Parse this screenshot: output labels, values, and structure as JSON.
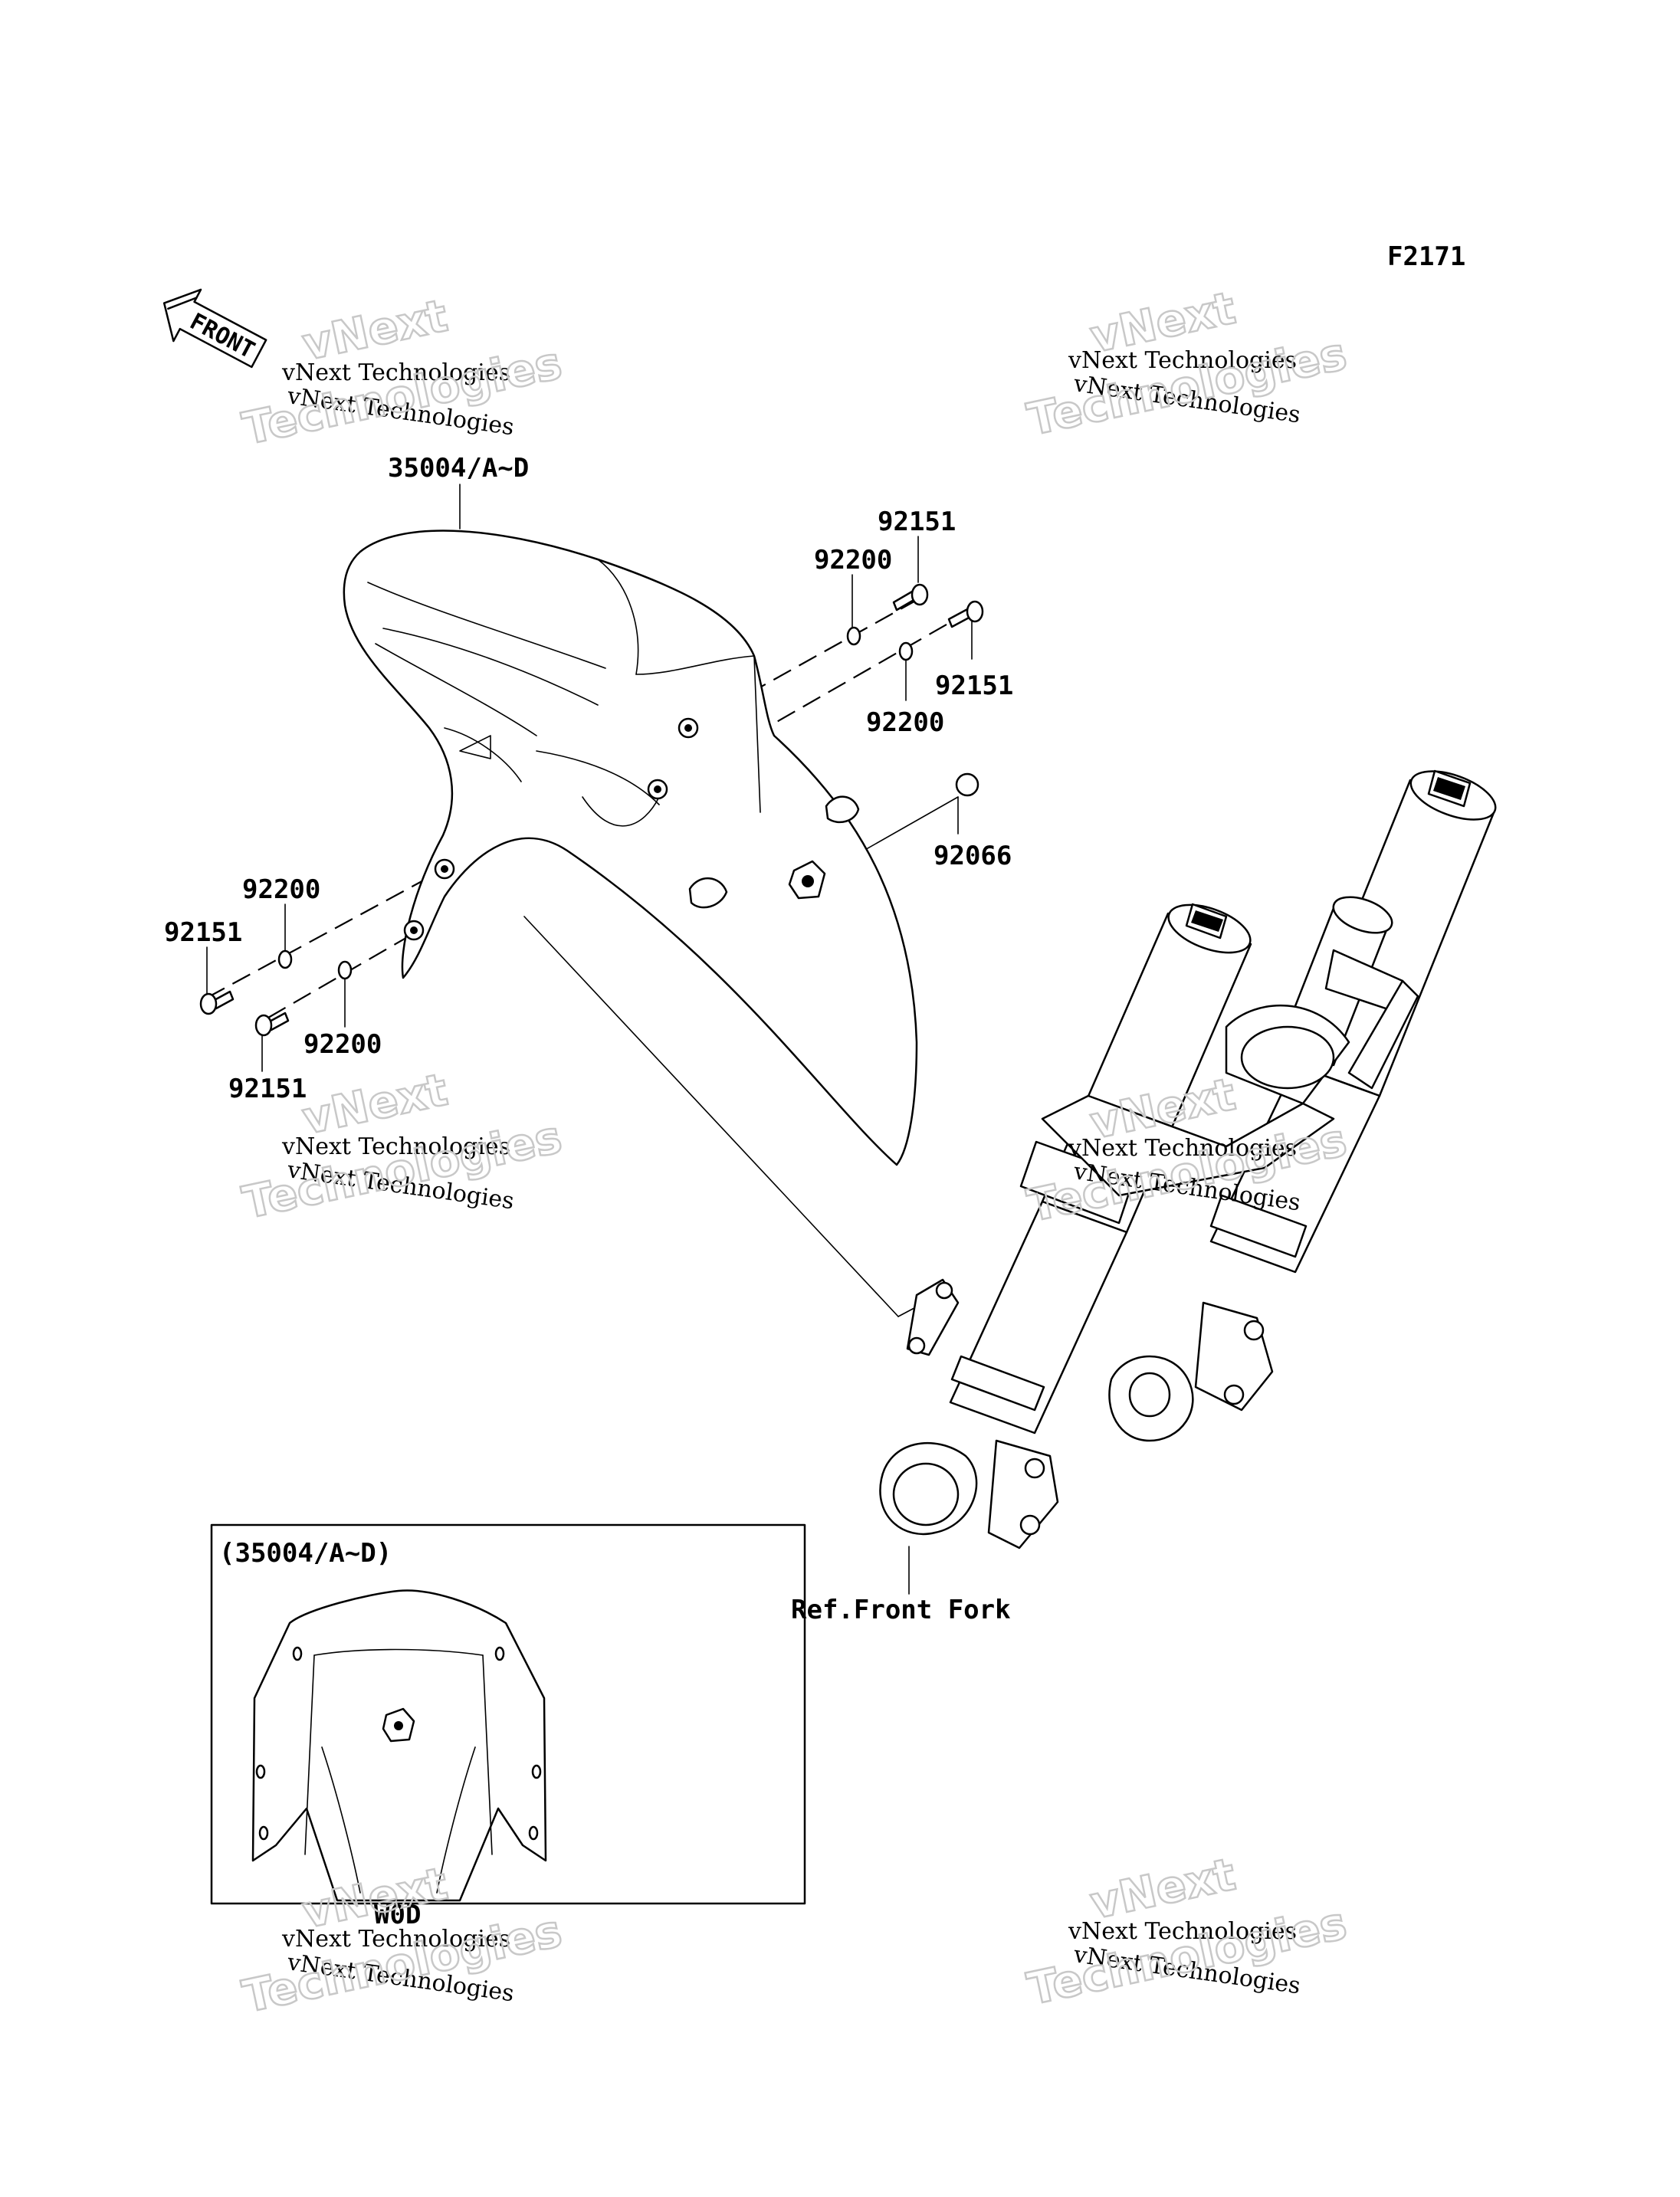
{
  "figure_code": "F2171",
  "front_arrow_label": "FRONT",
  "callouts": {
    "fender": "35004/A~D",
    "screw_top_1": "92151",
    "washer_top_1": "92200",
    "screw_top_2": "92151",
    "washer_top_2": "92200",
    "cap": "92066",
    "washer_left_1": "92200",
    "screw_left_1": "92151",
    "washer_left_2": "92200",
    "screw_left_2": "92151",
    "ref_fork": "Ref.Front Fork"
  },
  "inset": {
    "title": "(35004/A~D)",
    "variant": "W0D"
  },
  "watermark": {
    "small": "vNext Technologies",
    "big_1": "vNext",
    "big_2": "Technologies"
  }
}
